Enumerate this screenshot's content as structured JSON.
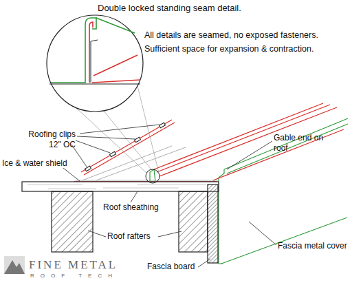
{
  "diagram": {
    "labels": [
      "Double locked standing seam detail.",
      "All details are seamed, no exposed fasteners.",
      "Sufficient space for expansion & contraction.",
      "Roofing clips 12\" OC",
      "Ice & water shield",
      "Roof sheathing",
      "Roof rafters",
      "Gable end on roof",
      "Fascia metal cover",
      "Fascia board",
      "FINE METAL",
      "ROOF TECH"
    ]
  }
}
